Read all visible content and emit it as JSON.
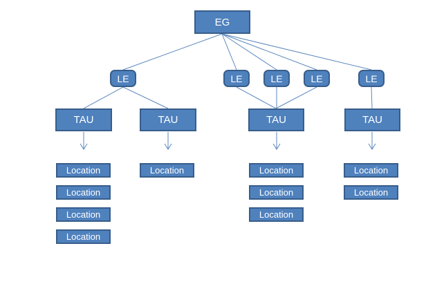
{
  "diagram": {
    "type": "hierarchy",
    "background": "#ffffff",
    "colors": {
      "node_fill": "#4f81bd",
      "node_border": "#385d8a",
      "connector": "#5b87bd",
      "node_text": "#ffffff"
    },
    "root": {
      "label": "EG"
    },
    "le_nodes": [
      {
        "label": "LE"
      },
      {
        "label": "LE"
      },
      {
        "label": "LE"
      },
      {
        "label": "LE"
      },
      {
        "label": "LE"
      }
    ],
    "tau_nodes": [
      {
        "label": "TAU"
      },
      {
        "label": "TAU"
      },
      {
        "label": "TAU"
      },
      {
        "label": "TAU"
      }
    ],
    "location_columns": [
      {
        "items": [
          "Location",
          "Location",
          "Location",
          "Location"
        ]
      },
      {
        "items": [
          "Location"
        ]
      },
      {
        "items": [
          "Location",
          "Location",
          "Location"
        ]
      },
      {
        "items": [
          "Location",
          "Location"
        ]
      }
    ],
    "edges": {
      "eg_to_le": [
        0,
        1,
        2,
        3,
        4
      ],
      "le_to_tau": [
        [
          0,
          0
        ],
        [
          0,
          1
        ],
        [
          1,
          2
        ],
        [
          2,
          2
        ],
        [
          3,
          2
        ],
        [
          4,
          3
        ]
      ],
      "tau_down_arrows": [
        0,
        1,
        2,
        3
      ]
    }
  }
}
